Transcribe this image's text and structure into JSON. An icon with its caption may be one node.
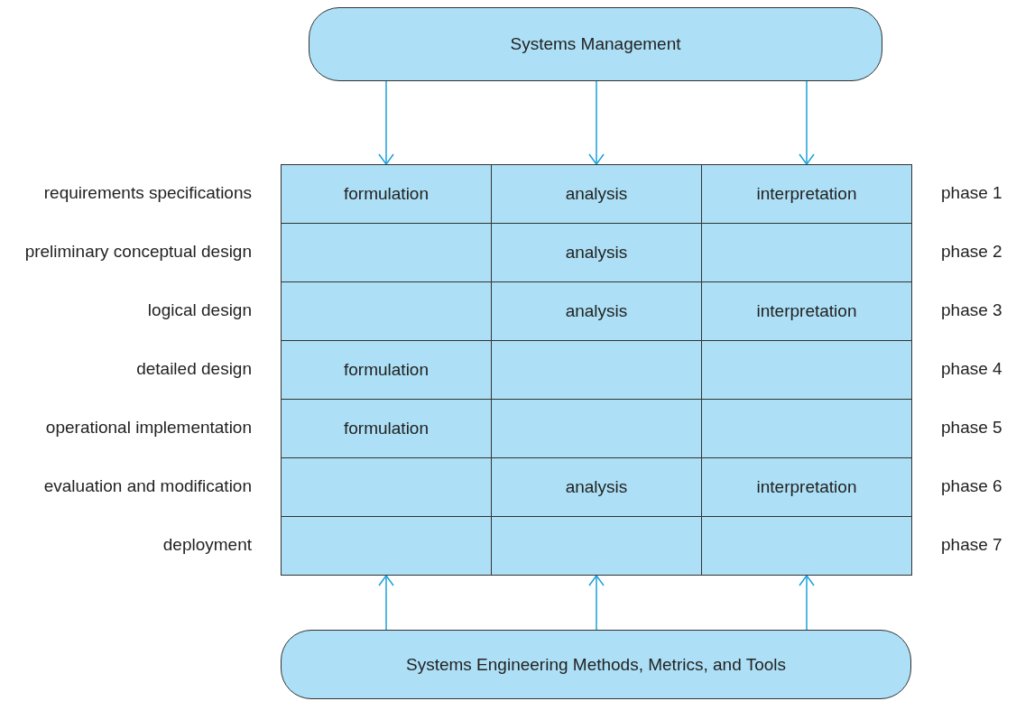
{
  "diagram": {
    "nodes": [
      {
        "text": [
          "Systems Management"
        ]
      },
      {
        "text": [
          "formulation"
        ]
      },
      {
        "text": [
          "analysis"
        ]
      },
      {
        "text": [
          "interpretation"
        ]
      },
      {
        "text": [],
        "shape": "box"
      },
      {
        "text": [
          "analysis"
        ]
      },
      {
        "text": [],
        "shape": "box"
      },
      {
        "text": [],
        "shape": "box"
      },
      {
        "text": [
          "analysis"
        ]
      },
      {
        "text": [
          "interpretation"
        ]
      },
      {
        "text": [
          "formulation"
        ]
      },
      {
        "text": [],
        "shape": "box"
      },
      {
        "text": [],
        "shape": "box"
      },
      {
        "text": [
          "formulation"
        ]
      },
      {
        "text": [],
        "shape": "box"
      },
      {
        "text": [],
        "shape": "box"
      },
      {
        "text": [],
        "shape": "box"
      },
      {
        "text": [
          "analysis"
        ]
      },
      {
        "text": [
          "interpretation"
        ]
      },
      {
        "text": [],
        "shape": "box"
      },
      {
        "text": [],
        "shape": "box"
      },
      {
        "text": [],
        "shape": "box"
      },
      {
        "text": [
          "Systems Engineering Methods, Metrics, and Tools"
        ]
      }
    ],
    "edges": [
      {
        "from": 0,
        "to": 1,
        "arrow": "to"
      },
      {
        "from": 0,
        "to": 2,
        "arrow": "to"
      },
      {
        "from": 0,
        "to": 3,
        "arrow": "to"
      },
      {
        "from": 22,
        "to": 19,
        "arrow": "to"
      },
      {
        "from": 22,
        "to": 20,
        "arrow": "to"
      },
      {
        "from": 22,
        "to": 21,
        "arrow": "to"
      }
    ],
    "labels": [
      "requirements specifications",
      "phase 1",
      "preliminary conceptual design",
      "phase 2",
      "logical design",
      "phase 3",
      "detailed design",
      "phase 4",
      "operational implementation",
      "phase 5",
      "evaluation and modification",
      "phase 6",
      "deployment",
      "phase 7"
    ]
  }
}
